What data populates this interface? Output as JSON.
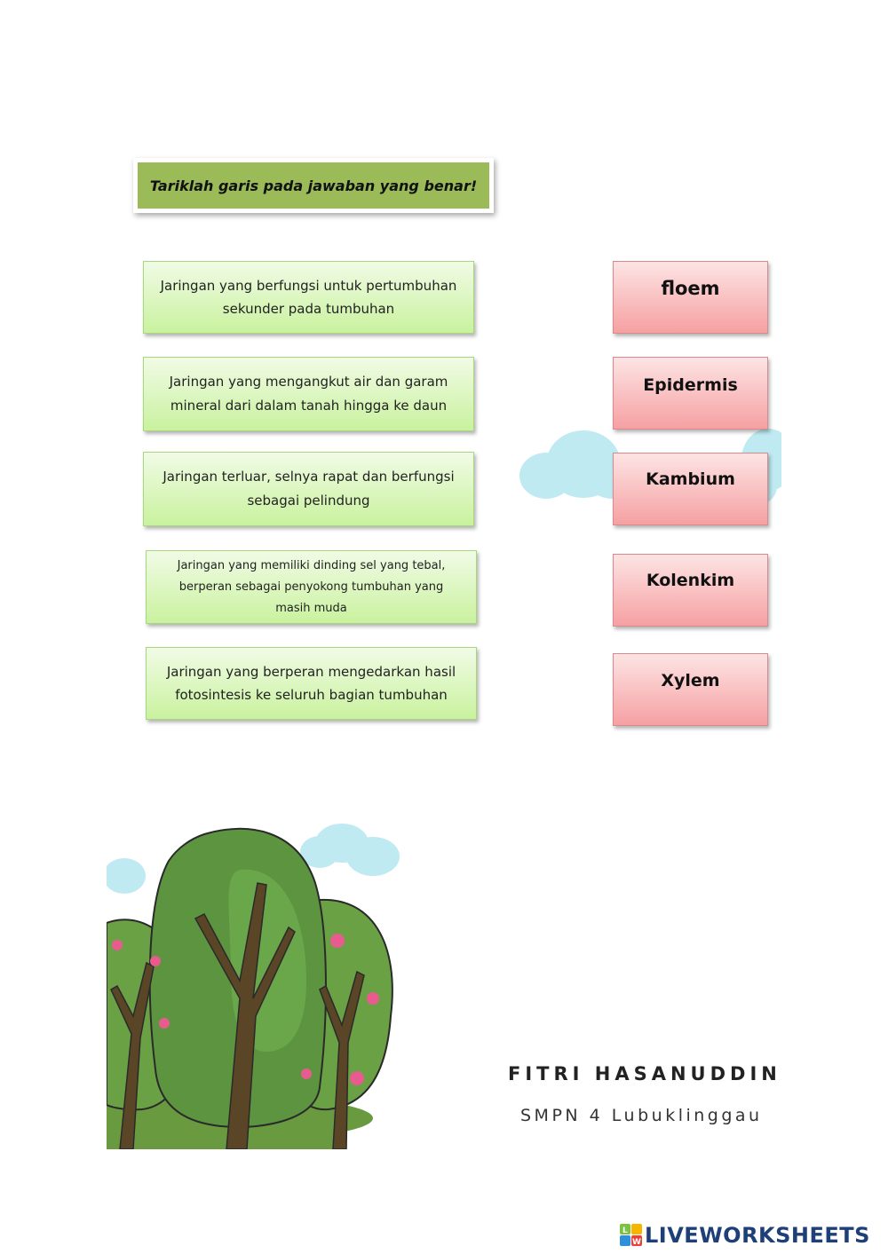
{
  "instruction": "Tariklah garis pada jawaban yang benar!",
  "questions": [
    {
      "line1": "Jaringan yang berfungsi untuk pertumbuhan",
      "line2": "sekunder pada tumbuhan",
      "line3": ""
    },
    {
      "line1": "Jaringan yang mengangkut air dan garam",
      "line2": "mineral dari dalam tanah hingga ke daun",
      "line3": ""
    },
    {
      "line1": "Jaringan terluar, selnya rapat dan berfungsi",
      "line2": "sebagai pelindung",
      "line3": ""
    },
    {
      "line1": "Jaringan yang memiliki dinding sel yang tebal,",
      "line2": "berperan sebagai penyokong tumbuhan yang",
      "line3": "masih muda"
    },
    {
      "line1": "Jaringan yang berperan mengedarkan hasil",
      "line2": "fotosintesis ke seluruh bagian tumbuhan",
      "line3": ""
    }
  ],
  "answers": [
    "floem",
    "Epidermis",
    "Kambium",
    "Kolenkim",
    "Xylem"
  ],
  "author": "FITRI HASANUDDIN",
  "school": "SMPN 4 Lubuklinggau",
  "brand": {
    "text": "LIVEWORKSHEETS",
    "logo_letters": [
      "L",
      "W"
    ]
  },
  "colors": {
    "instruction_bg": "#9bbb59",
    "question_bg": "#c9f29e",
    "answer_bg": "#f6a0a2",
    "brand": "#1f3f79"
  }
}
